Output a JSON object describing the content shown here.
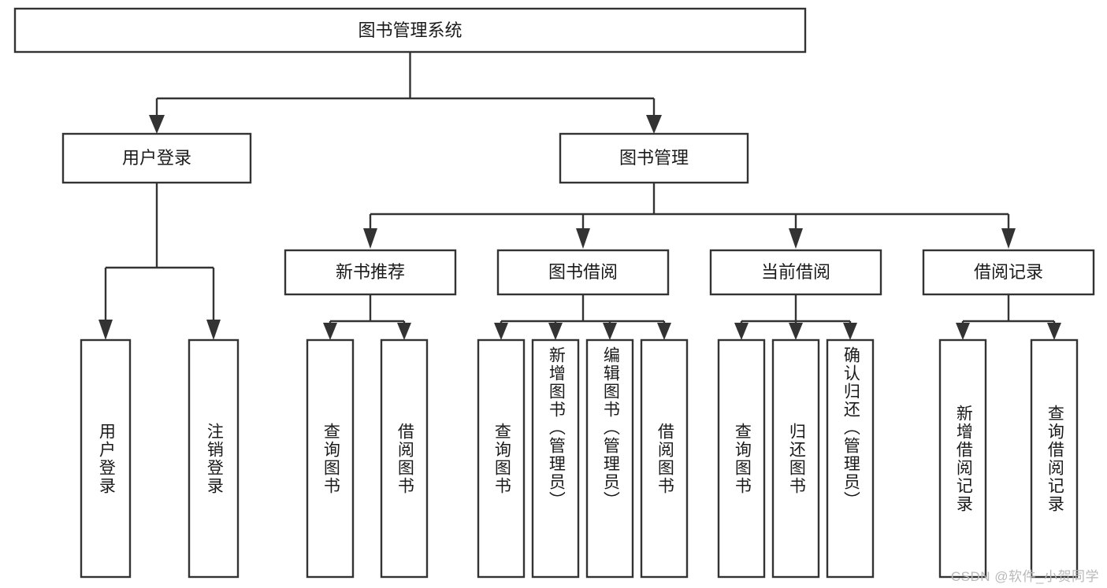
{
  "diagram": {
    "title": "图书管理系统",
    "type": "tree-hierarchy",
    "colors": {
      "stroke": "#333333",
      "fill": "#ffffff",
      "text": "#1a1a1a",
      "watermark": "#b9b9b9"
    },
    "root": {
      "label": "图书管理系统"
    },
    "level2": [
      {
        "label": "用户登录"
      },
      {
        "label": "图书管理"
      }
    ],
    "level3": [
      {
        "label": "新书推荐"
      },
      {
        "label": "图书借阅"
      },
      {
        "label": "当前借阅"
      },
      {
        "label": "借阅记录"
      }
    ],
    "leaves": {
      "user_login": [
        {
          "label": "用户登录"
        },
        {
          "label": "注销登录"
        }
      ],
      "new_book_recommend": [
        {
          "label": "查询图书"
        },
        {
          "label": "借阅图书"
        }
      ],
      "book_borrow": [
        {
          "label": "查询图书"
        },
        {
          "label": "新增图书（管理员）"
        },
        {
          "label": "编辑图书（管理员）"
        },
        {
          "label": "借阅图书"
        }
      ],
      "current_borrow": [
        {
          "label": "查询图书"
        },
        {
          "label": "归还图书"
        },
        {
          "label": "确认归还（管理员）"
        }
      ],
      "borrow_record": [
        {
          "label": "新增借阅记录"
        },
        {
          "label": "查询借阅记录"
        }
      ]
    },
    "watermark": "CSDN @软件_小贺同学"
  }
}
